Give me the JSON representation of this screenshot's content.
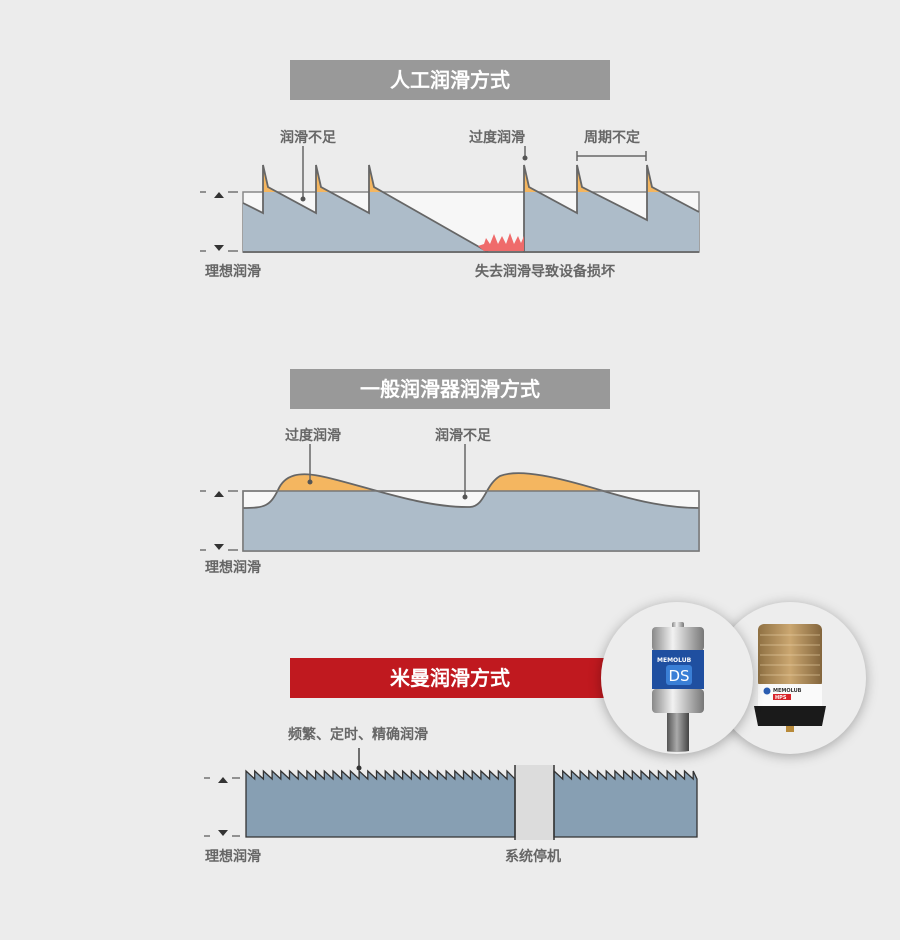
{
  "panels": [
    {
      "title": "人工润滑方式",
      "title_color": "#999999",
      "labels": {
        "insufficient": "润滑不足",
        "excessive": "过度润滑",
        "irregular_cycle": "周期不定",
        "ideal": "理想润滑",
        "damage": "失去润滑导致设备损坏"
      }
    },
    {
      "title": "一般润滑器润滑方式",
      "title_color": "#999999",
      "labels": {
        "excessive": "过度润滑",
        "insufficient": "润滑不足",
        "ideal": "理想润滑"
      }
    },
    {
      "title": "米曼润滑方式",
      "title_color": "#c0191f",
      "labels": {
        "precise": "频繁、定时、精确润滑",
        "ideal": "理想润滑",
        "shutdown": "系统停机"
      }
    }
  ],
  "products": [
    {
      "brand": "MEMOLUB",
      "model": "DS"
    },
    {
      "brand": "MEMOLUB",
      "model": "HPS"
    }
  ],
  "colors": {
    "fill": "#adbcc9",
    "fill3": "#879fb3",
    "over": "#f4b660",
    "damage": "#ef6b6b",
    "ideal": "#f7f7f7"
  }
}
